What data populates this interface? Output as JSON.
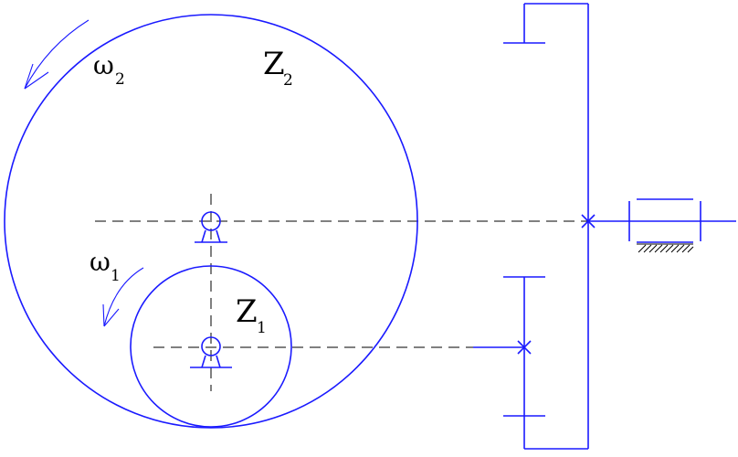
{
  "labels": {
    "omega2": "ω",
    "omega2_sub": "2",
    "z2": "Z",
    "z2_sub": "2",
    "omega1": "ω",
    "omega1_sub": "1",
    "z1": "Z",
    "z1_sub": "1"
  },
  "colors": {
    "line": "#1a1aff",
    "centerline": "#000000"
  }
}
